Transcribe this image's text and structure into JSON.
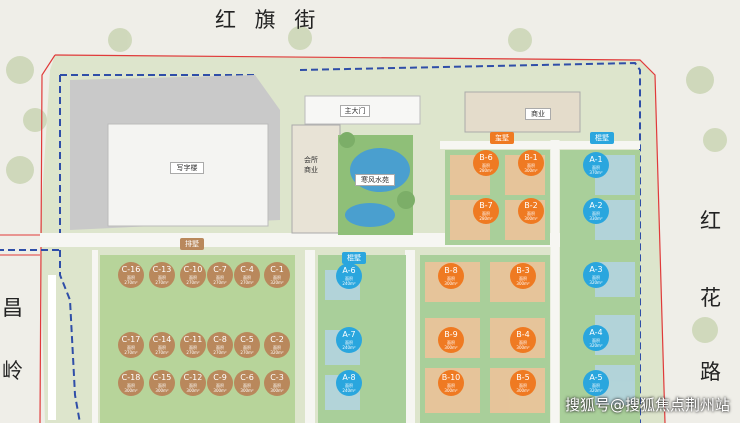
{
  "streets": {
    "top": "红 旗 街",
    "right": [
      "红",
      "花",
      "路"
    ],
    "left": [
      "昌",
      "岭"
    ]
  },
  "buildings": {
    "main_gate": "主大门",
    "commerce_top": "商业",
    "office": "写字楼",
    "clubhouse": [
      "会所",
      "商业"
    ],
    "garden": "寒风水苑"
  },
  "badges": {
    "a": "棍墅",
    "b": "玺墅",
    "c": "排墅"
  },
  "unit_sub": "面积",
  "colors": {
    "a": "#2aa6de",
    "b": "#ef7a22",
    "c": "#b9885c",
    "green": "#a7c98a",
    "water": "#4a9fcf"
  },
  "units": {
    "a": [
      {
        "code": "A-1",
        "area": "370m²"
      },
      {
        "code": "A-2",
        "area": "330m²"
      },
      {
        "code": "A-3",
        "area": "320m²"
      },
      {
        "code": "A-4",
        "area": "320m²"
      },
      {
        "code": "A-5",
        "area": "320m²"
      },
      {
        "code": "A-6",
        "area": "240m²"
      },
      {
        "code": "A-7",
        "area": "240m²"
      },
      {
        "code": "A-8",
        "area": "240m²"
      }
    ],
    "b": [
      {
        "code": "B-6",
        "area": "280m²"
      },
      {
        "code": "B-1",
        "area": "300m²"
      },
      {
        "code": "B-7",
        "area": "280m²"
      },
      {
        "code": "B-2",
        "area": "300m²"
      },
      {
        "code": "B-8",
        "area": "300m²"
      },
      {
        "code": "B-3",
        "area": "300m²"
      },
      {
        "code": "B-9",
        "area": "300m²"
      },
      {
        "code": "B-4",
        "area": "300m²"
      },
      {
        "code": "B-10",
        "area": "300m²"
      },
      {
        "code": "B-5",
        "area": "300m²"
      }
    ],
    "c": [
      {
        "code": "C-16",
        "area": "270m²"
      },
      {
        "code": "C-13",
        "area": "270m²"
      },
      {
        "code": "C-10",
        "area": "270m²"
      },
      {
        "code": "C-7",
        "area": "270m²"
      },
      {
        "code": "C-4",
        "area": "270m²"
      },
      {
        "code": "C-1",
        "area": "320m²"
      },
      {
        "code": "C-17",
        "area": "270m²"
      },
      {
        "code": "C-14",
        "area": "270m²"
      },
      {
        "code": "C-11",
        "area": "270m²"
      },
      {
        "code": "C-8",
        "area": "270m²"
      },
      {
        "code": "C-5",
        "area": "270m²"
      },
      {
        "code": "C-2",
        "area": "320m²"
      },
      {
        "code": "C-18",
        "area": "300m²"
      },
      {
        "code": "C-15",
        "area": "300m²"
      },
      {
        "code": "C-12",
        "area": "300m²"
      },
      {
        "code": "C-9",
        "area": "300m²"
      },
      {
        "code": "C-6",
        "area": "300m²"
      },
      {
        "code": "C-3",
        "area": "300m²"
      }
    ]
  },
  "watermark": "搜狐号@搜狐焦点荆州站"
}
